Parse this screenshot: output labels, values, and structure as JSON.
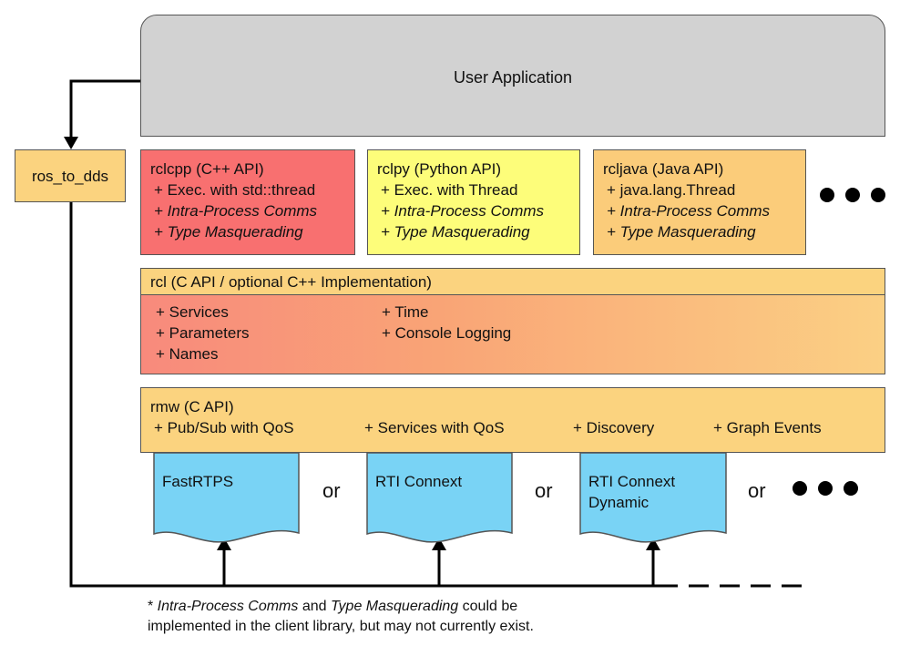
{
  "user_application": {
    "label": "User Application"
  },
  "ros_to_dds": {
    "label": "ros_to_dds"
  },
  "client_libraries": [
    {
      "title": "rclcpp (C++ API)",
      "items": [
        "+ Exec. with std::thread",
        "+ Intra-Process Comms",
        "+ Type Masquerading"
      ],
      "color": "#f87070"
    },
    {
      "title": "rclpy (Python API)",
      "items": [
        "+ Exec. with Thread",
        "+ Intra-Process Comms",
        "+ Type Masquerading"
      ],
      "color": "#fdfd7a"
    },
    {
      "title": "rcljava (Java API)",
      "items": [
        "+ java.lang.Thread",
        "+ Intra-Process Comms",
        "+ Type Masquerading"
      ],
      "color": "#fbcc7a"
    }
  ],
  "rcl": {
    "title": "rcl (C API / optional C++ Implementation)",
    "col1": [
      "+ Services",
      "+ Parameters",
      "+ Names"
    ],
    "col2": [
      "+ Time",
      "+ Console Logging"
    ]
  },
  "rmw": {
    "title": "rmw (C API)",
    "features": [
      "+ Pub/Sub with QoS",
      "+ Services with QoS",
      "+ Discovery",
      "+ Graph Events"
    ]
  },
  "dds_implementations": [
    {
      "lines": [
        "FastRTPS"
      ]
    },
    {
      "lines": [
        "RTI Connext"
      ]
    },
    {
      "lines": [
        "RTI Connext",
        "Dynamic"
      ]
    }
  ],
  "separator": "or",
  "footnote": {
    "line1": {
      "prefix": "* ",
      "term1": "Intra-Process Comms",
      "mid": " and ",
      "term2": "Type Masquerading",
      "suffix": " could be"
    },
    "line2": "implemented in the client library, but may not currently exist."
  },
  "colors": {
    "dds_blue": "#79d3f5",
    "orange": "#fbd37f",
    "gray": "#d2d2d2"
  }
}
